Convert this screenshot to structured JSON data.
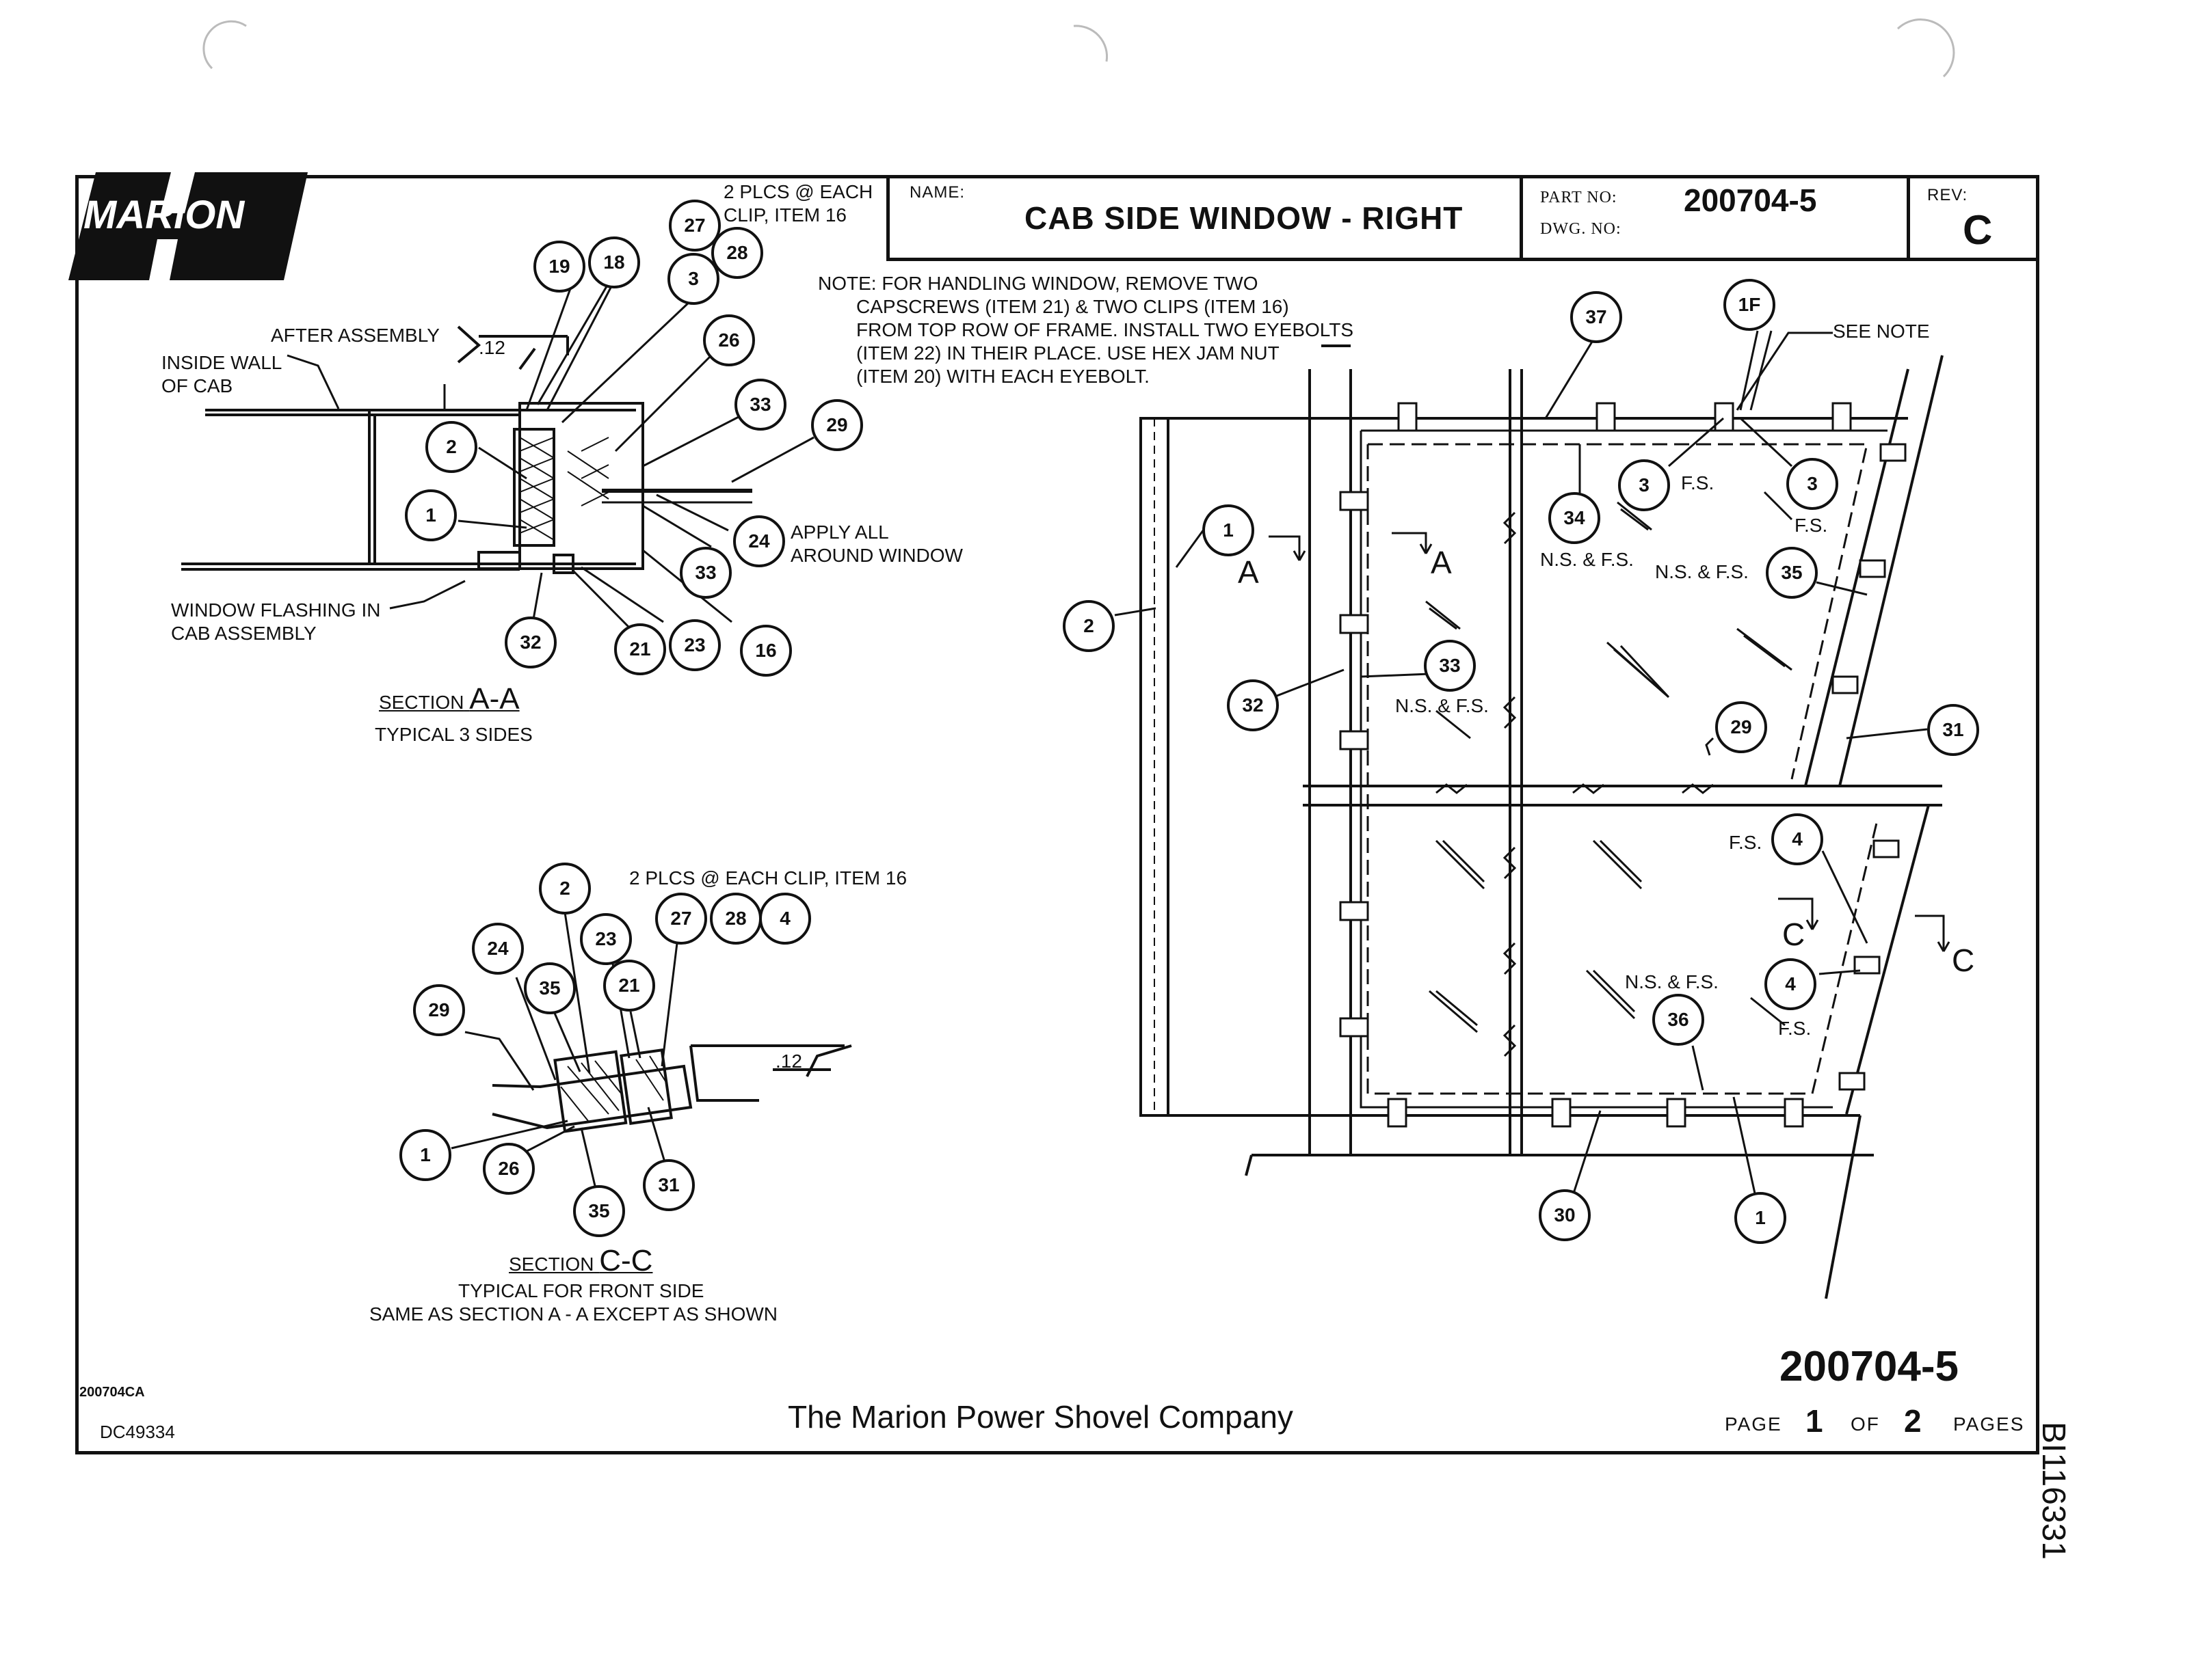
{
  "logo": {
    "text": "MARION"
  },
  "title_block": {
    "name_label": "NAME:",
    "title": "CAB SIDE WINDOW - RIGHT",
    "part_no_label": "PART NO:",
    "part_no": "200704-5",
    "dwg_no_label": "DWG. NO:",
    "rev_label": "REV:",
    "rev": "C"
  },
  "note": {
    "lines": [
      "NOTE: FOR HANDLING WINDOW, REMOVE TWO",
      "CAPSCREWS (ITEM 21) & TWO CLIPS (ITEM 16)",
      "FROM TOP ROW OF FRAME. INSTALL TWO EYEBOLTS",
      "(ITEM 22) IN THEIR PLACE. USE HEX JAM NUT",
      "(ITEM 20) WITH EACH EYEBOLT."
    ]
  },
  "section_aa": {
    "clip_note_1": "2 PLCS @ EACH",
    "clip_note_2": "CLIP, ITEM 16",
    "after_assembly": "AFTER ASSEMBLY",
    "dim": ".12",
    "inside_wall_1": "INSIDE WALL",
    "inside_wall_2": "OF CAB",
    "apply_1": "APPLY ALL",
    "apply_2": "AROUND WINDOW",
    "flashing_1": "WINDOW FLASHING IN",
    "flashing_2": "CAB ASSEMBLY",
    "title_prefix": "SECTION",
    "title_letter": "A-A",
    "subtitle": "TYPICAL 3 SIDES"
  },
  "section_cc": {
    "clip_note": "2 PLCS @ EACH CLIP, ITEM 16",
    "dim": ".12",
    "title_prefix": "SECTION",
    "title_letter": "C-C",
    "subtitle_1": "TYPICAL FOR FRONT SIDE",
    "subtitle_2": "SAME AS SECTION A - A EXCEPT AS SHOWN"
  },
  "main_view": {
    "see_note": "SEE NOTE",
    "fs": "F.S.",
    "ns_fs": "N.S. & F.S.",
    "section_a": "A",
    "section_c": "C"
  },
  "balloons": {
    "aa": [
      "27",
      "28",
      "19",
      "18",
      "3",
      "26",
      "33",
      "29",
      "2",
      "1",
      "24",
      "33",
      "32",
      "21",
      "23",
      "16"
    ],
    "cc": [
      "2",
      "27",
      "28",
      "4",
      "24",
      "23",
      "35",
      "21",
      "29",
      "1",
      "26",
      "31",
      "35"
    ],
    "main": [
      "37",
      "1F",
      "3",
      "3",
      "34",
      "35",
      "1",
      "2",
      "33",
      "32",
      "29",
      "31",
      "4",
      "4",
      "36",
      "30",
      "1"
    ]
  },
  "footer": {
    "ref_code": "200704CA",
    "dc_code": "DC49334",
    "company": "The Marion Power Shovel Company",
    "part_big": "200704-5",
    "page_label": "PAGE",
    "page_num": "1",
    "of_label": "OF",
    "page_total": "2",
    "pages_label": "PAGES",
    "side_code": "BI116331"
  }
}
